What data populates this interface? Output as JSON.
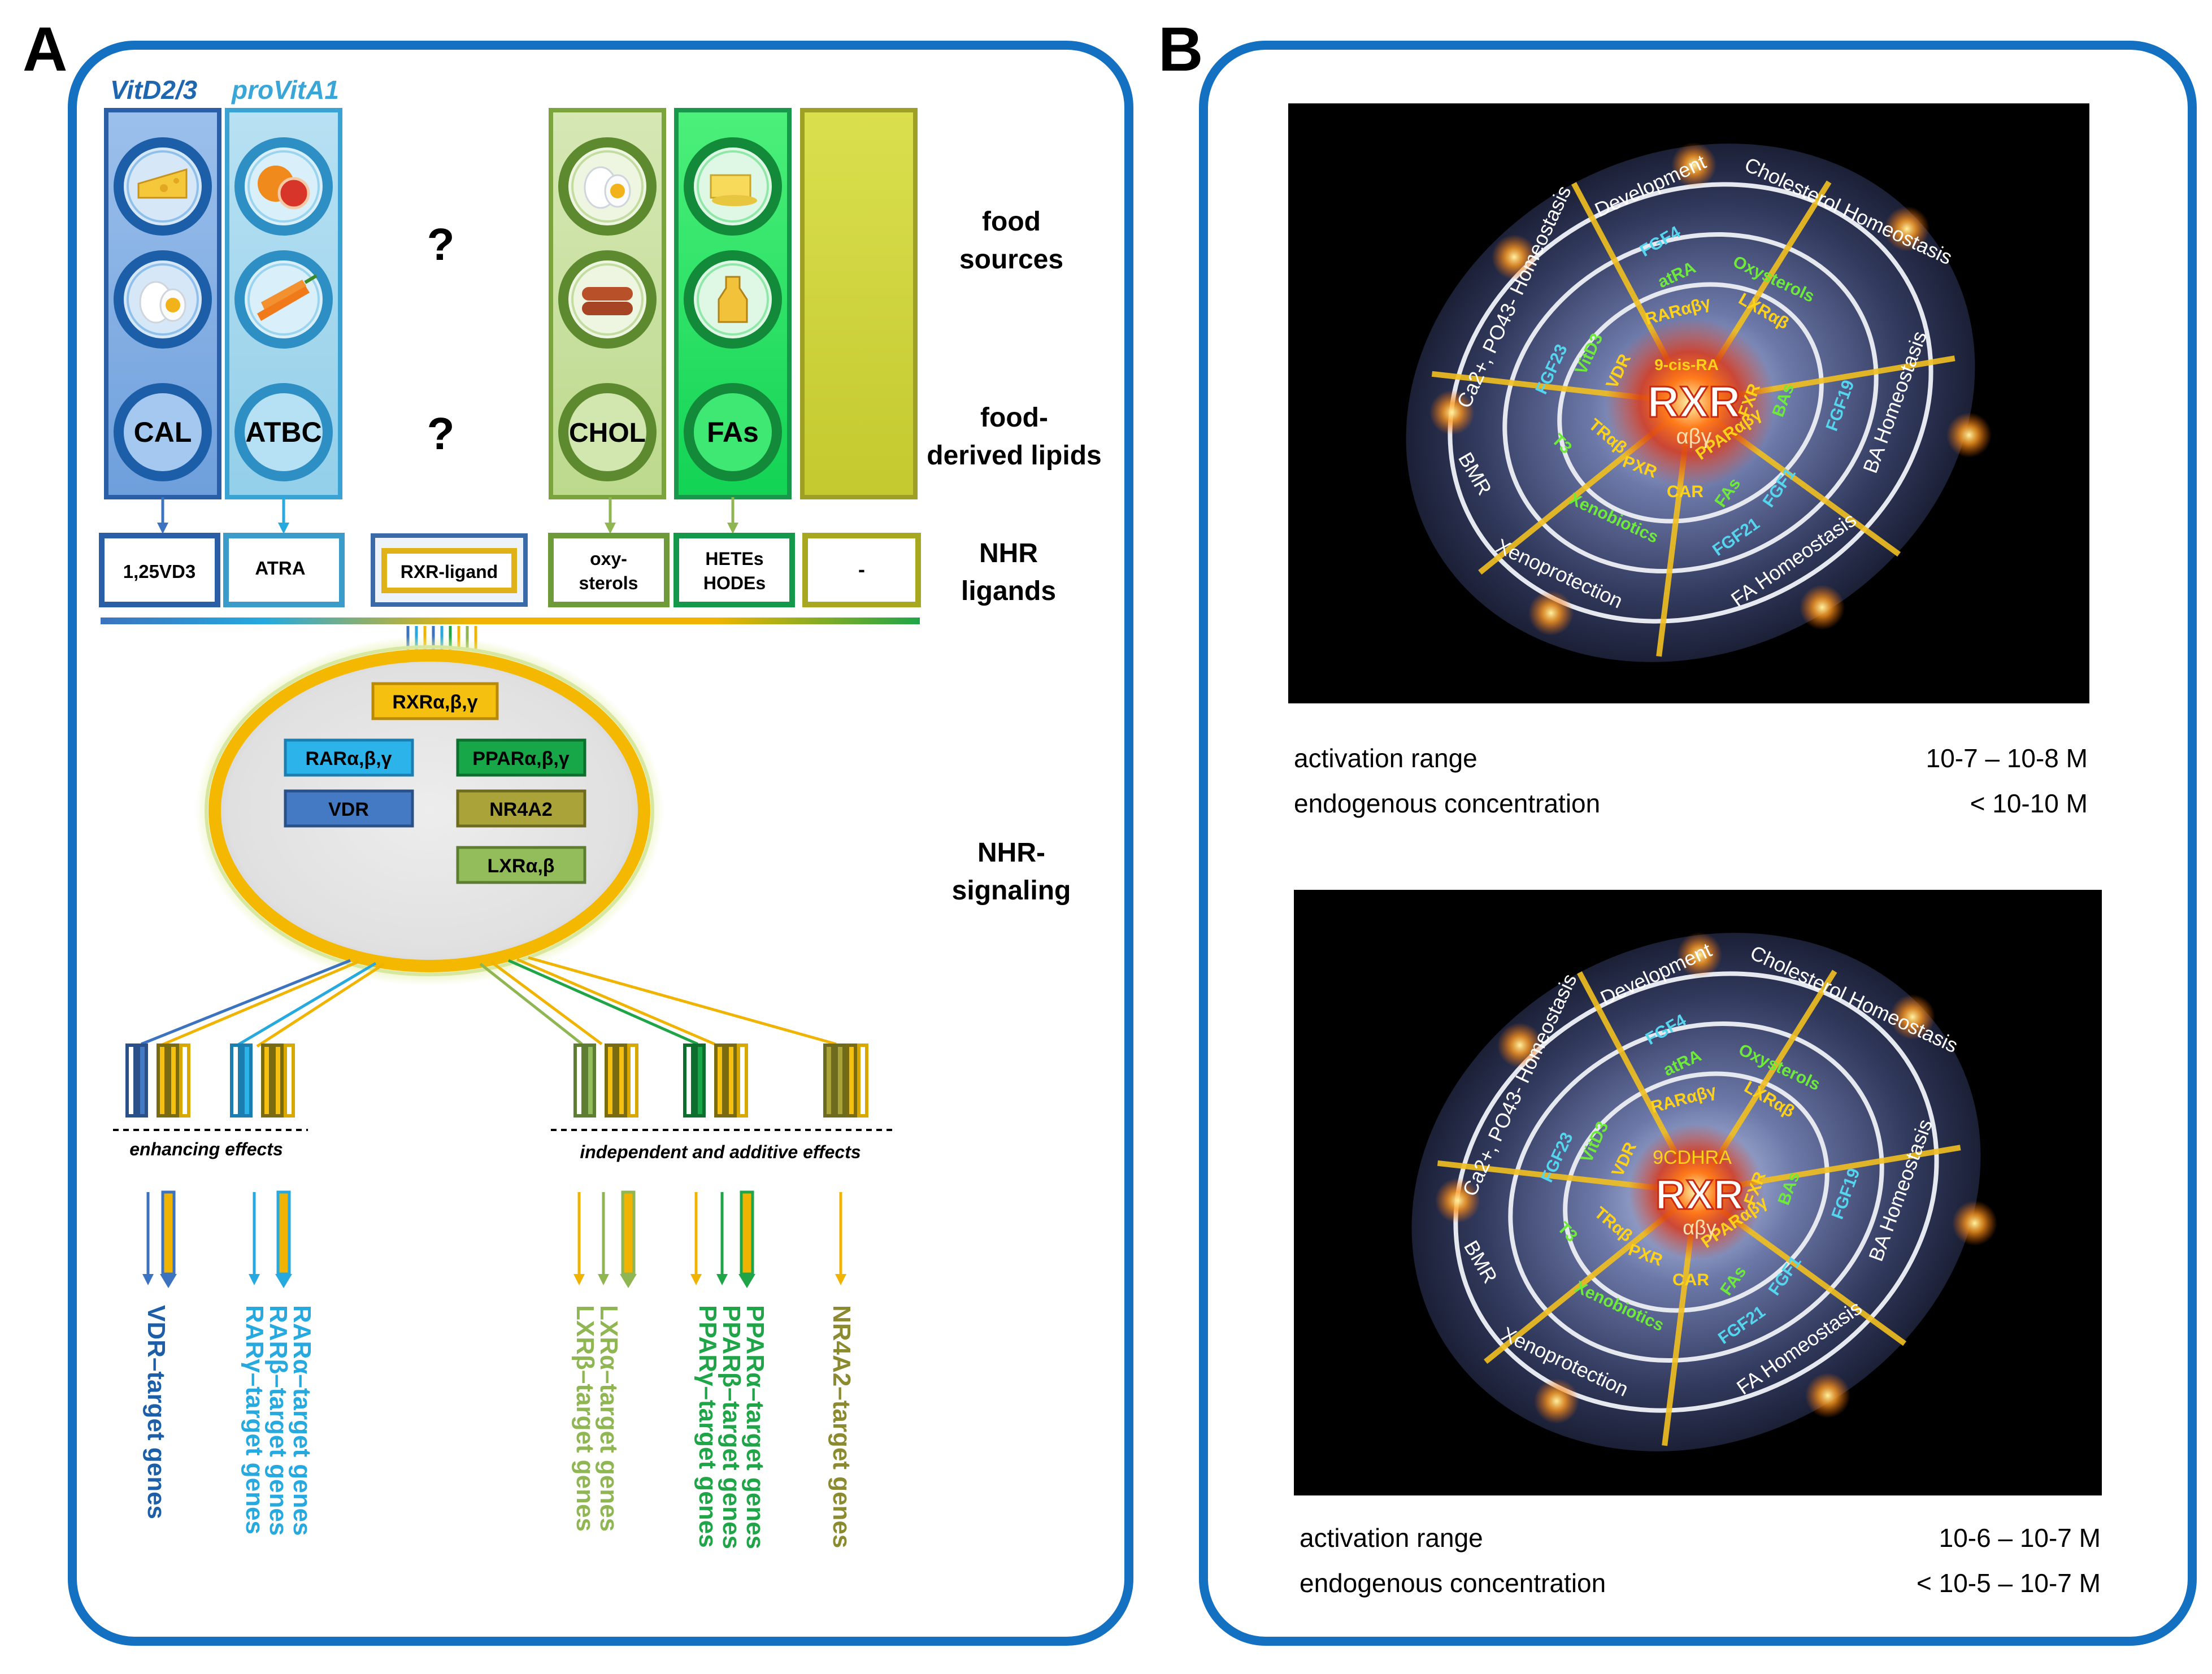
{
  "panel_a": {
    "letter": "A",
    "col_headers": [
      "VitD2/3",
      "proVitA1"
    ],
    "question_marks": [
      "?",
      "?"
    ],
    "lipids": [
      "CAL",
      "ATBC",
      "CHOL",
      "FAs"
    ],
    "right_labels": {
      "food_sources": [
        "food",
        "sources"
      ],
      "food_lipids": [
        "food-",
        "derived lipids"
      ],
      "nhr_ligands": [
        "NHR",
        "ligands"
      ],
      "nhr_signaling": [
        "NHR-",
        "signaling"
      ]
    },
    "ligands": [
      "1,25VD3",
      "ATRA",
      "RXR-ligand",
      "oxy-",
      "sterols",
      "HETEs",
      "HODEs",
      "-"
    ],
    "receptors": [
      "RXRα,β,γ",
      "RARα,β,γ",
      "PPARα,β,γ",
      "VDR",
      "NR4A2",
      "LXRα,β"
    ],
    "effects": [
      "enhancing effects",
      "independent and additive effects"
    ],
    "genes": {
      "vdr": "VDR–target genes",
      "rar": [
        "RARα–target genes",
        "RARβ–target genes",
        "RARγ–target genes"
      ],
      "lxr": [
        "LXRα–target genes",
        "LXRβ–target genes"
      ],
      "ppar": [
        "PPARα–target genes",
        "PPARβ–target genes",
        "PPARγ–target genes"
      ],
      "nr4a2": "NR4A2–target genes"
    }
  },
  "panel_b": {
    "letter": "B",
    "wheel_outer": [
      "Development",
      "Cholesterol Homeostasis",
      "BA Homeostasis",
      "FA Homeostasis",
      "Xenoprotection",
      "BMR",
      "Ca2+, PO43- Homeostasis"
    ],
    "wheel_inner": [
      "FGF4",
      "atRA",
      "Oxysterols",
      "RARαβγ",
      "LXRαβ",
      "FGF23",
      "VitD3",
      "VDR",
      "FXR",
      "BAs",
      "FGF19",
      "TRαβ",
      "T3",
      "PXR",
      "CAR",
      "PPARαβγ",
      "FAs",
      "FGF1",
      "FGF21",
      "Xenobiotics"
    ],
    "wheel_center": [
      "RXR",
      "αβγ"
    ],
    "ligand_top": "9-cis-RA",
    "ligand_bottom": "9CDHRA",
    "row_labels": [
      "activation range",
      "endogenous concentration"
    ],
    "values_top": [
      "10-7 – 10-8 M",
      "< 10-10 M"
    ],
    "values_bottom": [
      "10-6 – 10-7 M",
      "< 10-5 – 10-7 M"
    ]
  },
  "colors": {
    "frame": "#1470c0",
    "vdr": "#3b73c0",
    "rar": "#25a9df",
    "ppar": "#1fa548",
    "lxr": "#8fb653",
    "nr4a2": "#8b8a2e",
    "rxr": "#f0b400"
  }
}
